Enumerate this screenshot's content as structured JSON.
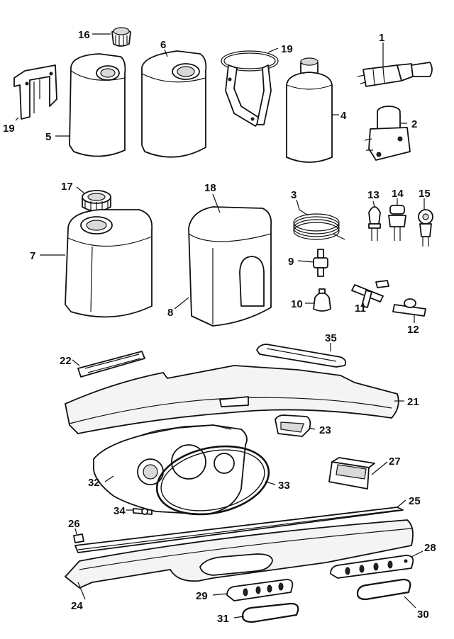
{
  "callouts": [
    {
      "id": "c1",
      "text": "1"
    },
    {
      "id": "c2",
      "text": "2"
    },
    {
      "id": "c3",
      "text": "3"
    },
    {
      "id": "c4",
      "text": "4"
    },
    {
      "id": "c5",
      "text": "5"
    },
    {
      "id": "c6",
      "text": "6"
    },
    {
      "id": "c7",
      "text": "7"
    },
    {
      "id": "c8",
      "text": "8"
    },
    {
      "id": "c9",
      "text": "9"
    },
    {
      "id": "c10",
      "text": "10"
    },
    {
      "id": "c11",
      "text": "11"
    },
    {
      "id": "c12",
      "text": "12"
    },
    {
      "id": "c13",
      "text": "13"
    },
    {
      "id": "c14",
      "text": "14"
    },
    {
      "id": "c15",
      "text": "15"
    },
    {
      "id": "c16",
      "text": "16"
    },
    {
      "id": "c17",
      "text": "17"
    },
    {
      "id": "c18",
      "text": "18"
    },
    {
      "id": "c19a",
      "text": "19"
    },
    {
      "id": "c19b",
      "text": "19"
    },
    {
      "id": "c21",
      "text": "21"
    },
    {
      "id": "c22",
      "text": "22"
    },
    {
      "id": "c23",
      "text": "23"
    },
    {
      "id": "c24",
      "text": "24"
    },
    {
      "id": "c25",
      "text": "25"
    },
    {
      "id": "c26",
      "text": "26"
    },
    {
      "id": "c27",
      "text": "27"
    },
    {
      "id": "c28",
      "text": "28"
    },
    {
      "id": "c29",
      "text": "29"
    },
    {
      "id": "c30",
      "text": "30"
    },
    {
      "id": "c31",
      "text": "31"
    },
    {
      "id": "c32",
      "text": "32"
    },
    {
      "id": "c33",
      "text": "33"
    },
    {
      "id": "c34",
      "text": "34"
    },
    {
      "id": "c35",
      "text": "35"
    }
  ]
}
